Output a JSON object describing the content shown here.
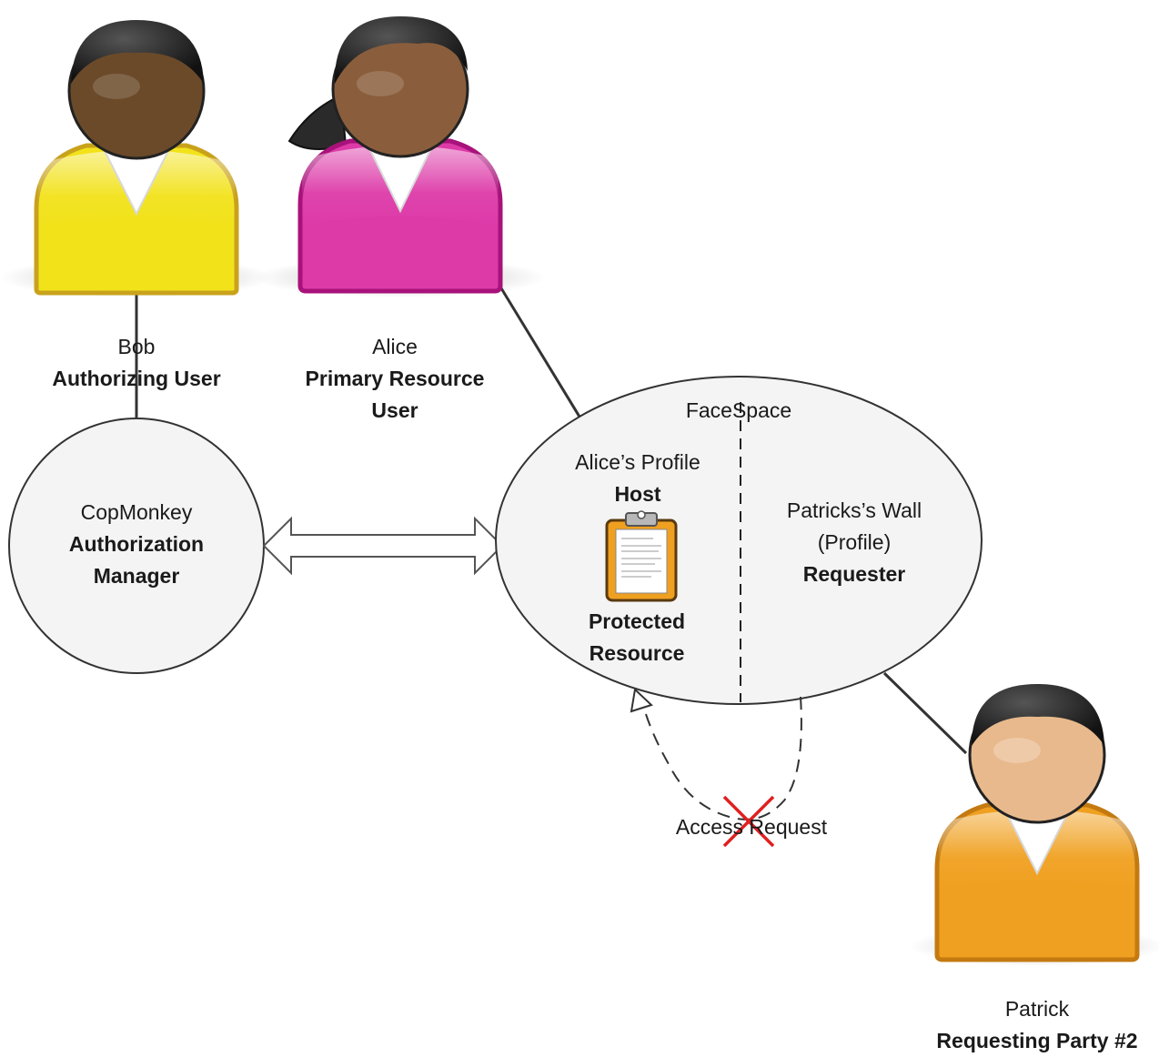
{
  "people": {
    "bob": {
      "name": "Bob",
      "role": "Authorizing User",
      "shirt_color": "#f2e21a",
      "skin_color": "#6b4a2a",
      "icon": "user-icon"
    },
    "alice": {
      "name": "Alice",
      "role_line1": "Primary Resource",
      "role_line2": "User",
      "shirt_color": "#dd3aa8",
      "skin_color": "#8a5e3c",
      "icon": "user-icon"
    },
    "patrick": {
      "name": "Patrick",
      "role": "Requesting Party #2",
      "shirt_color": "#f0a020",
      "skin_color": "#e8b98c",
      "icon": "user-icon"
    }
  },
  "auth_manager": {
    "name": "CopMonkey",
    "role_line1": "Authorization",
    "role_line2": "Manager"
  },
  "facespace": {
    "title": "FaceSpace",
    "host": {
      "name": "Alice’s Profile",
      "role": "Host"
    },
    "resource": {
      "line1": "Protected",
      "line2": "Resource",
      "icon": "clipboard-icon"
    },
    "requester": {
      "name_line1": "Patricks’s Wall",
      "name_line2": "(Profile)",
      "role": "Requester"
    }
  },
  "access_request": {
    "label": "Access Request",
    "status": "denied",
    "cross_color": "#e02020"
  }
}
